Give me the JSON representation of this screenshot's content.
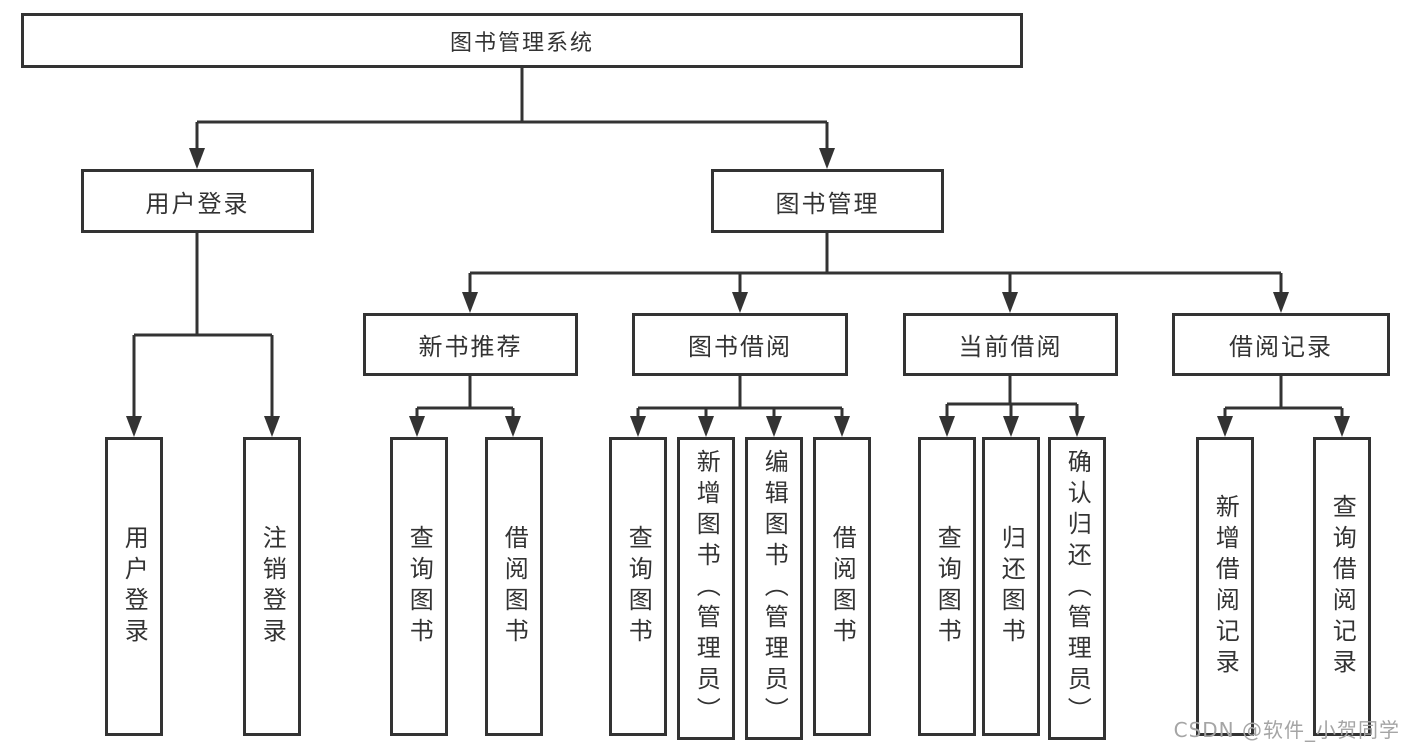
{
  "nodes": {
    "root": "图书管理系统",
    "user_login": "用户登录",
    "book_management": "图书管理",
    "new_book_recommend": "新书推荐",
    "book_borrowing": "图书借阅",
    "current_borrowing": "当前借阅",
    "borrowing_records": "借阅记录",
    "leaf_user_login": "用户登录",
    "leaf_logout": "注销登录",
    "leaf_query_books_a": "查询图书",
    "leaf_borrow_books_a": "借阅图书",
    "leaf_query_books_b": "查询图书",
    "leaf_add_books_admin": "新增图书（管理员）",
    "leaf_edit_books_admin": "编辑图书（管理员）",
    "leaf_borrow_books_b": "借阅图书",
    "leaf_query_books_c": "查询图书",
    "leaf_return_books": "归还图书",
    "leaf_confirm_return_admin": "确认归还（管理员）",
    "leaf_add_borrow_record": "新增借阅记录",
    "leaf_query_borrow_record": "查询借阅记录"
  },
  "structure": {
    "root": [
      "user_login",
      "book_management"
    ],
    "user_login": [
      "leaf_user_login",
      "leaf_logout"
    ],
    "book_management": [
      "new_book_recommend",
      "book_borrowing",
      "current_borrowing",
      "borrowing_records"
    ],
    "new_book_recommend": [
      "leaf_query_books_a",
      "leaf_borrow_books_a"
    ],
    "book_borrowing": [
      "leaf_query_books_b",
      "leaf_add_books_admin",
      "leaf_edit_books_admin",
      "leaf_borrow_books_b"
    ],
    "current_borrowing": [
      "leaf_query_books_c",
      "leaf_return_books",
      "leaf_confirm_return_admin"
    ],
    "borrowing_records": [
      "leaf_add_borrow_record",
      "leaf_query_borrow_record"
    ]
  },
  "watermark": {
    "text": "CSDN @软件_小贺同学"
  },
  "colors": {
    "line": "#333333",
    "text": "#333333",
    "background": "#ffffff",
    "watermark": "#a5a5a5"
  }
}
